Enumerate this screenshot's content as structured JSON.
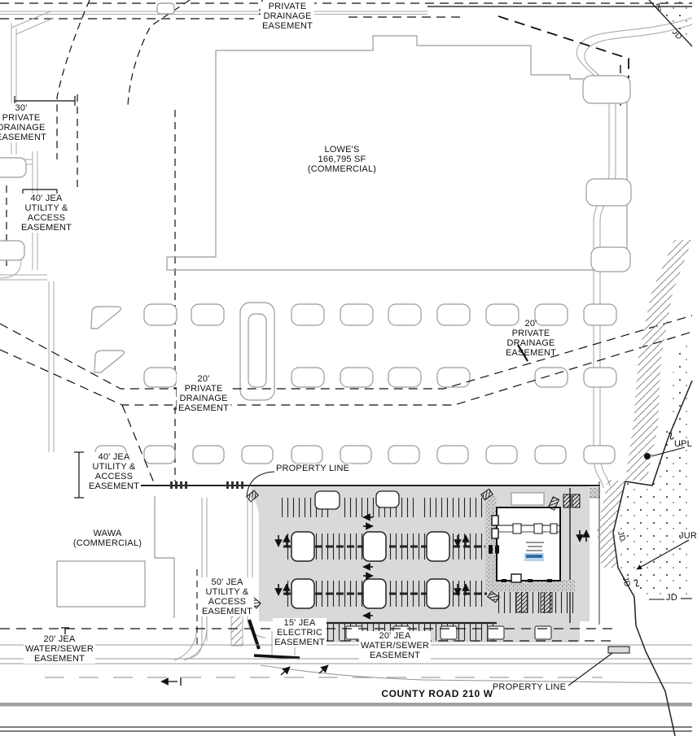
{
  "labels": {
    "private_drainage_top": "PRIVATE\nDRAINAGE\nEASEMENT",
    "thirty_private_drainage": "30'\nPRIVATE\nDRAINAGE\nEASEMENT",
    "forty_jea_top": "40' JEA\nUTILITY &\nACCESS\nEASEMENT",
    "lowes": "LOWE'S\n166,795 SF\n(COMMERCIAL)",
    "twenty_private_right": "20'\nPRIVATE\nDRAINAGE\nEASEMENT",
    "twenty_private_center": "20'\nPRIVATE\nDRAINAGE\nEASEMENT",
    "forty_jea_mid": "40' JEA\nUTILITY &\nACCESS\nEASEMENT",
    "property_line_top": "PROPERTY LINE",
    "wawa": "WAWA\n(COMMERCIAL)",
    "fifty_jea": "50' JEA\nUTILITY &\nACCESS\nEASEMENT",
    "fifteen_jea": "15' JEA\nELECTRIC\nEASEMENT",
    "twenty_jea_left": "20' JEA\nWATER/SEWER\nEASEMENT",
    "twenty_jea_bottom": "20' JEA\nWATER/SEWER\nEASEMENT",
    "county_road": "COUNTY ROAD 210 W",
    "property_line_bottom": "PROPERTY LINE",
    "upl": "UPL",
    "jur": "JUR",
    "jd": "JD"
  },
  "colors": {
    "line_gray": "#9a9a9a",
    "site_fill": "#d9d9d9",
    "ink": "#1a1a1a",
    "blue_accent": "#2e6da4",
    "blue_light": "#b8d4ea"
  }
}
